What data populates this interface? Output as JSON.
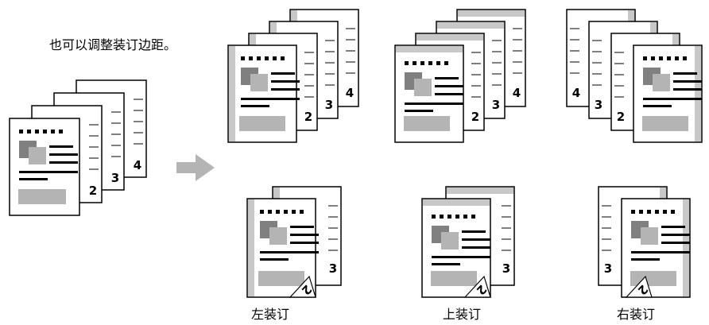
{
  "intro_text": "也可以调整装订边距。",
  "page_numbers": [
    "2",
    "3",
    "4"
  ],
  "options": [
    {
      "label": "左装订"
    },
    {
      "label": "上装订"
    },
    {
      "label": "右装订"
    }
  ],
  "colors": {
    "page_border": "#000000",
    "binding_margin": "#c8c8c8",
    "image_dark": "#808080",
    "image_light": "#b4b4b4",
    "arrow": "#b4b4b4"
  }
}
